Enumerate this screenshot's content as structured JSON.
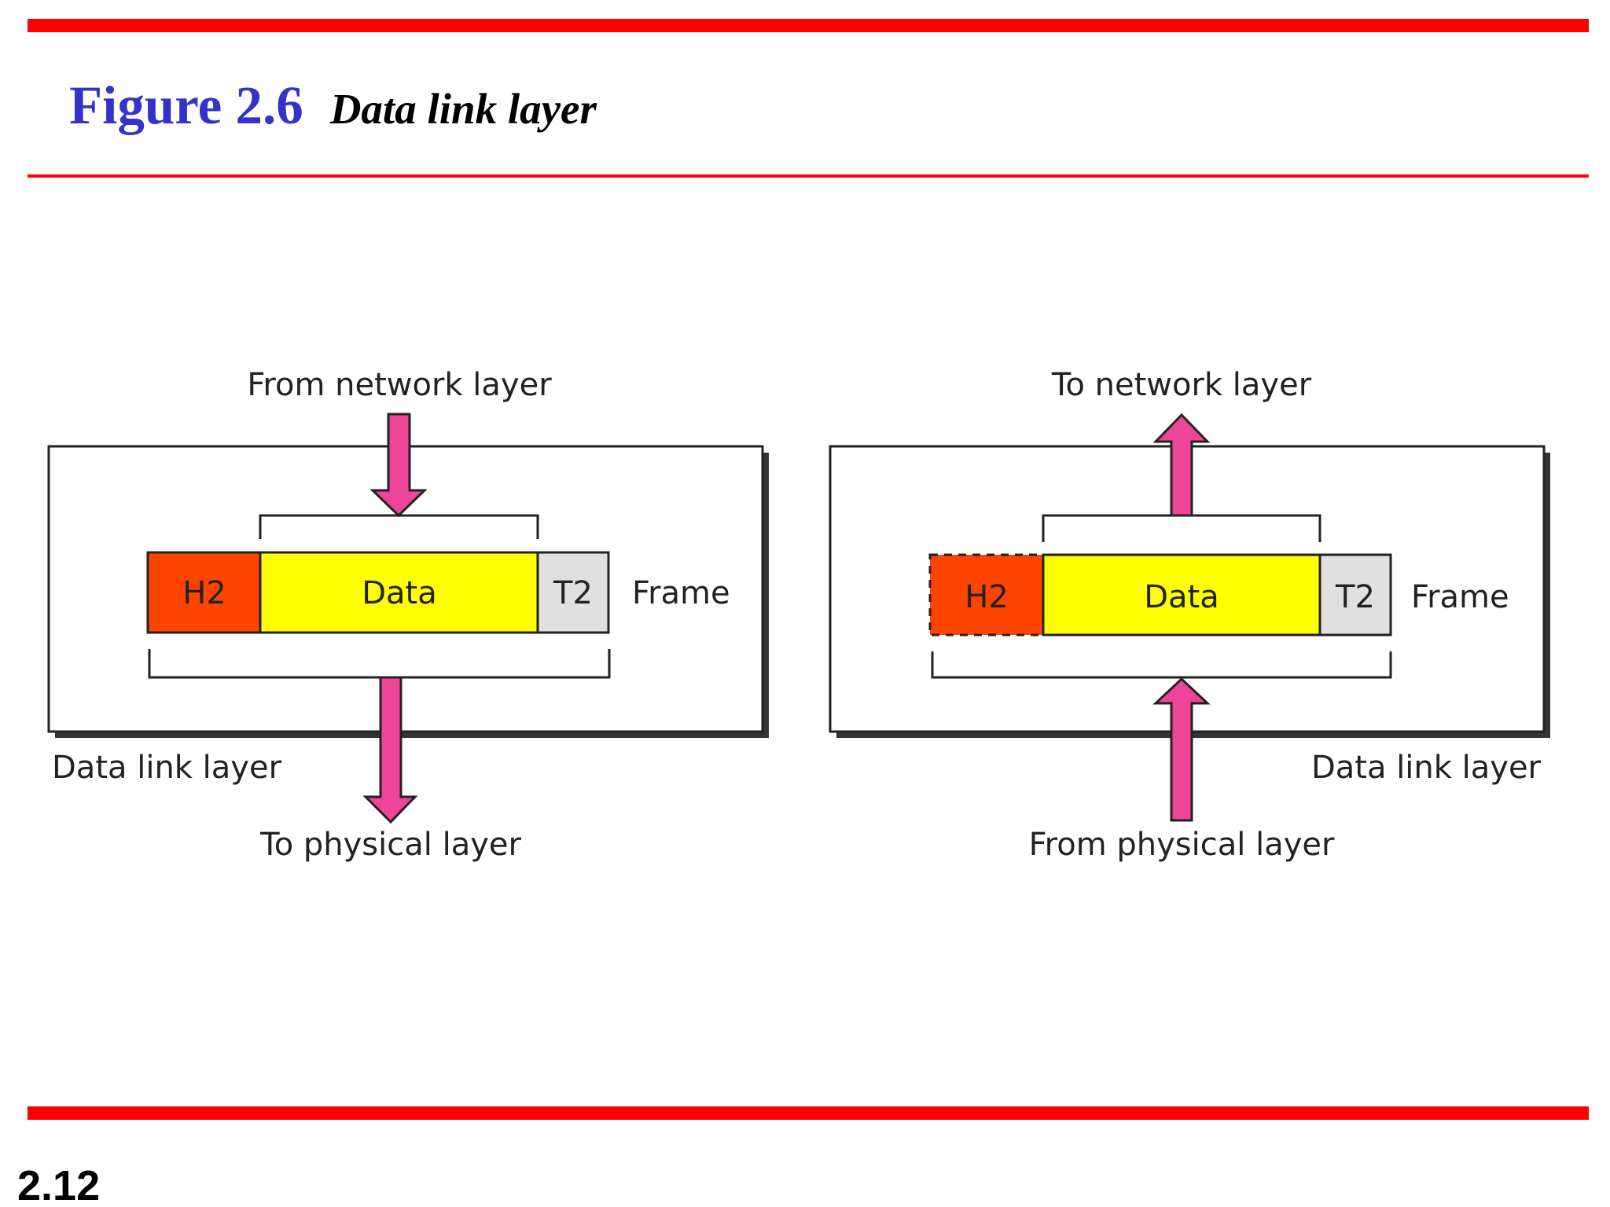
{
  "slide": {
    "figure_number": "Figure 2.6",
    "figure_caption": "Data link layer",
    "page_number": "2.12"
  },
  "colors": {
    "rule_red": "#ff0000",
    "title_blue": "#3333cc",
    "header_orange": "#ff4400",
    "data_yellow": "#ffff00",
    "trailer_gray": "#e0e0e0",
    "arrow_pink": "#ee4499"
  },
  "sender": {
    "input_label": "From network layer",
    "output_label": "To physical layer",
    "box_label": "Data link layer",
    "frame": {
      "header": "H2",
      "data": "Data",
      "trailer": "T2",
      "label": "Frame"
    }
  },
  "receiver": {
    "input_label": "From physical layer",
    "output_label": "To network layer",
    "box_label": "Data link layer",
    "frame": {
      "header": "H2",
      "data": "Data",
      "trailer": "T2",
      "label": "Frame"
    }
  }
}
